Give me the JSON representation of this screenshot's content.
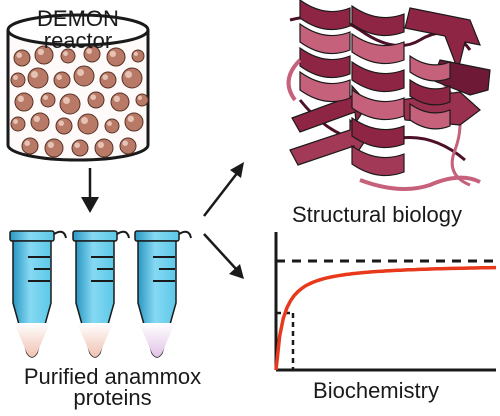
{
  "reactor": {
    "title": "DEMON",
    "subtitle": "reactor"
  },
  "proteins": {
    "line1": "Purified anammox",
    "line2": "proteins"
  },
  "structural": {
    "label": "Structural biology"
  },
  "biochem": {
    "label": "Biochemistry"
  },
  "colors": {
    "bead_fill": "#b87a67",
    "bead_highlight": "#f0d4c8",
    "ribbon_main": "#8e2545",
    "ribbon_light": "#c6617c",
    "ribbon_dark": "#4d1028",
    "tube_blue": "#5cc8e8",
    "tube_dark": "#2a97c2",
    "sample_pink": "#f0c2b2",
    "sample_lilac": "#e2c3e6",
    "curve": "#e8391c",
    "stroke": "#1a1a1a"
  },
  "icons": {
    "reactor": "reactor-vessel-icon",
    "tube": "eppendorf-tube-icon",
    "protein": "protein-ribbon-icon",
    "arrow": "arrow-icon"
  }
}
